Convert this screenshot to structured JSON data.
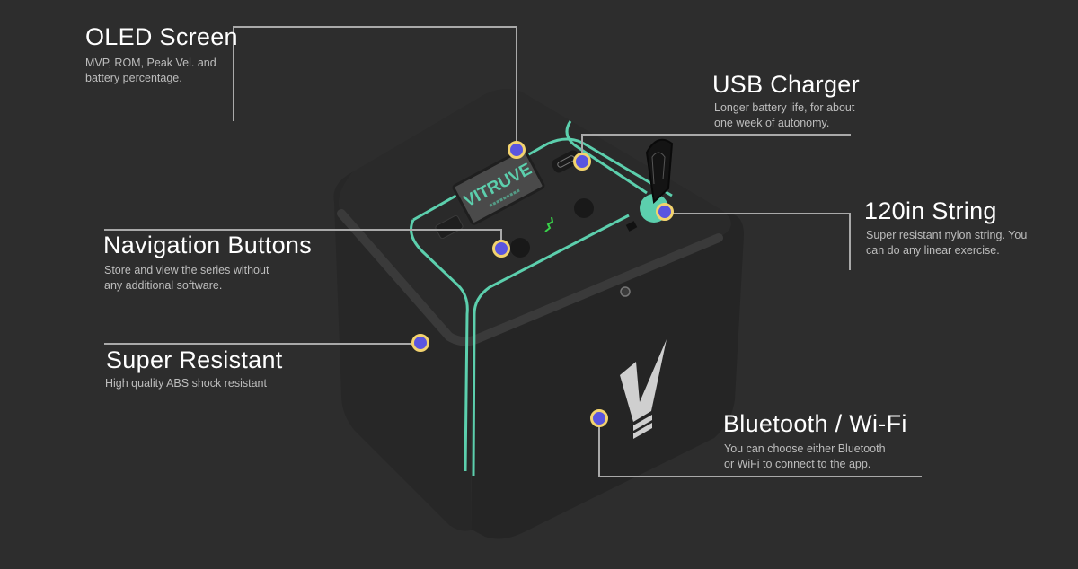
{
  "callouts": [
    {
      "id": "oled",
      "title": "OLED Screen",
      "desc": [
        "MVP, ROM, Peak Vel. and",
        "battery percentage."
      ]
    },
    {
      "id": "usb",
      "title": "USB Charger",
      "desc": [
        "Longer battery life, for about",
        "one week of autonomy."
      ]
    },
    {
      "id": "string",
      "title": "120in String",
      "desc": [
        "Super resistant nylon string. You",
        "can do any linear exercise."
      ]
    },
    {
      "id": "nav",
      "title": "Navigation Buttons",
      "desc": [
        "Store and view the series without",
        "any additional software."
      ]
    },
    {
      "id": "resistant",
      "title": "Super Resistant",
      "desc": [
        "High quality ABS shock resistant"
      ]
    },
    {
      "id": "wireless",
      "title": "Bluetooth / Wi-Fi",
      "desc": [
        "You can choose either Bluetooth",
        "or WiFi to connect to the app."
      ]
    }
  ],
  "device": {
    "screen_text": "VITRUVE",
    "colors": {
      "background": "#2d2d2d",
      "body": "#262626",
      "accent": "#5ccfad",
      "dot_fill": "#5a55e0",
      "dot_ring": "#f3d36e",
      "line": "#a9a9a9"
    }
  }
}
